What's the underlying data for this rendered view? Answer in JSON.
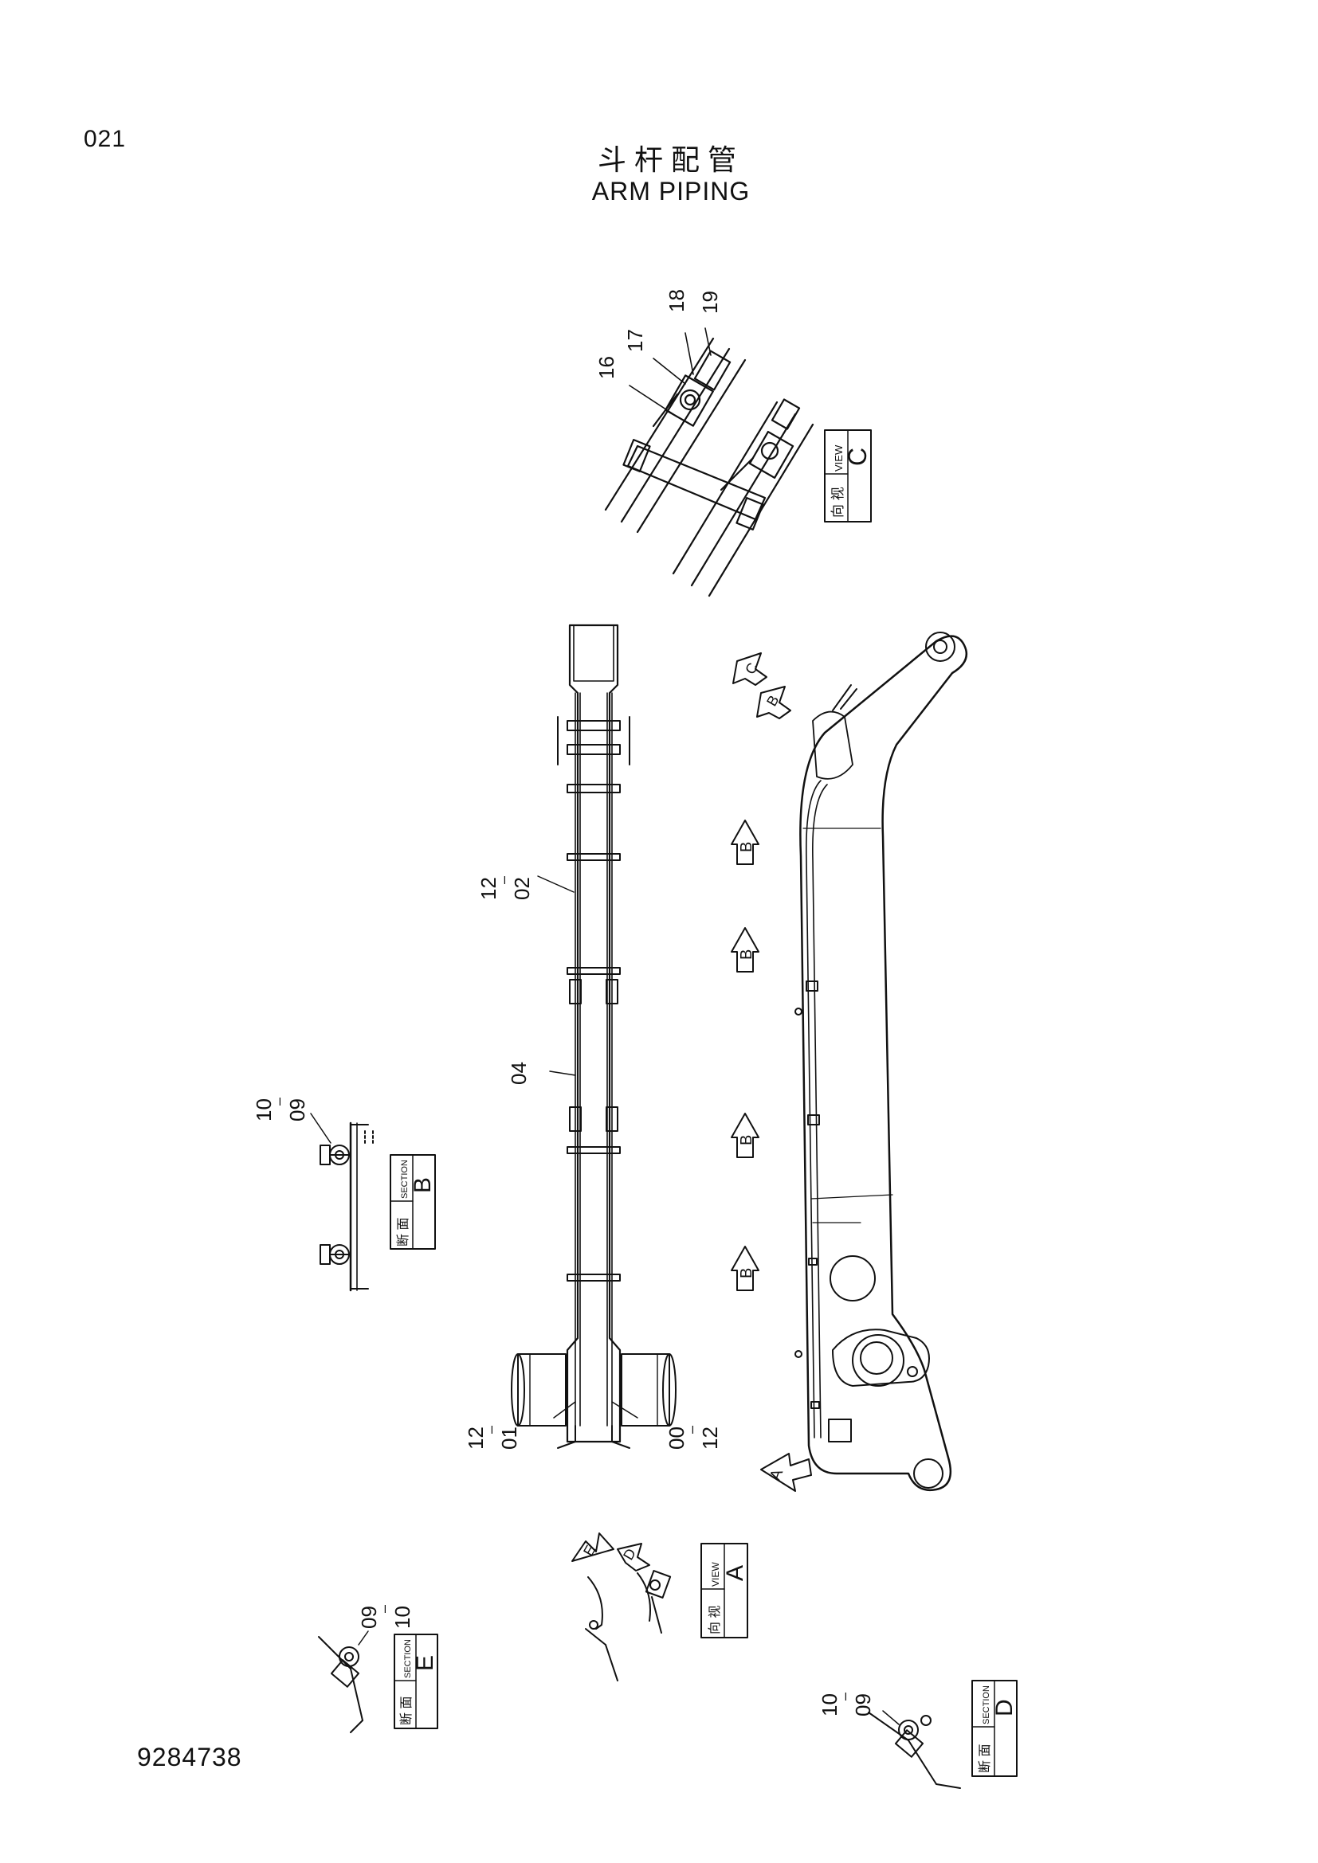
{
  "page": {
    "page_number": "021",
    "title_cn": "斗杆配管",
    "title_en": "ARM PIPING",
    "document_number": "9284738"
  },
  "views": {
    "c": {
      "label_cn": "向 视",
      "label_en": "VIEW",
      "letter": "C",
      "parts": [
        "16",
        "17",
        "18",
        "19"
      ]
    },
    "b": {
      "label_cn": "断 面",
      "label_en": "SECTION",
      "letter": "B",
      "parts": [
        "10",
        "09"
      ]
    },
    "a": {
      "label_cn": "向 视",
      "label_en": "VIEW",
      "letter": "A"
    },
    "e": {
      "label_cn": "断 面",
      "label_en": "SECTION",
      "letter": "E",
      "parts": [
        "09",
        "10"
      ]
    },
    "d": {
      "label_cn": "断 面",
      "label_en": "SECTION",
      "letter": "D",
      "parts": [
        "10",
        "09"
      ]
    }
  },
  "top_view": {
    "callouts": {
      "c1202": [
        "12",
        "02"
      ],
      "c04": "04",
      "c1201": [
        "12",
        "01"
      ],
      "c0012": [
        "00",
        "12"
      ]
    }
  },
  "arrows": {
    "a": "A",
    "b": "B",
    "c": "C",
    "d": "D",
    "e": "E"
  }
}
